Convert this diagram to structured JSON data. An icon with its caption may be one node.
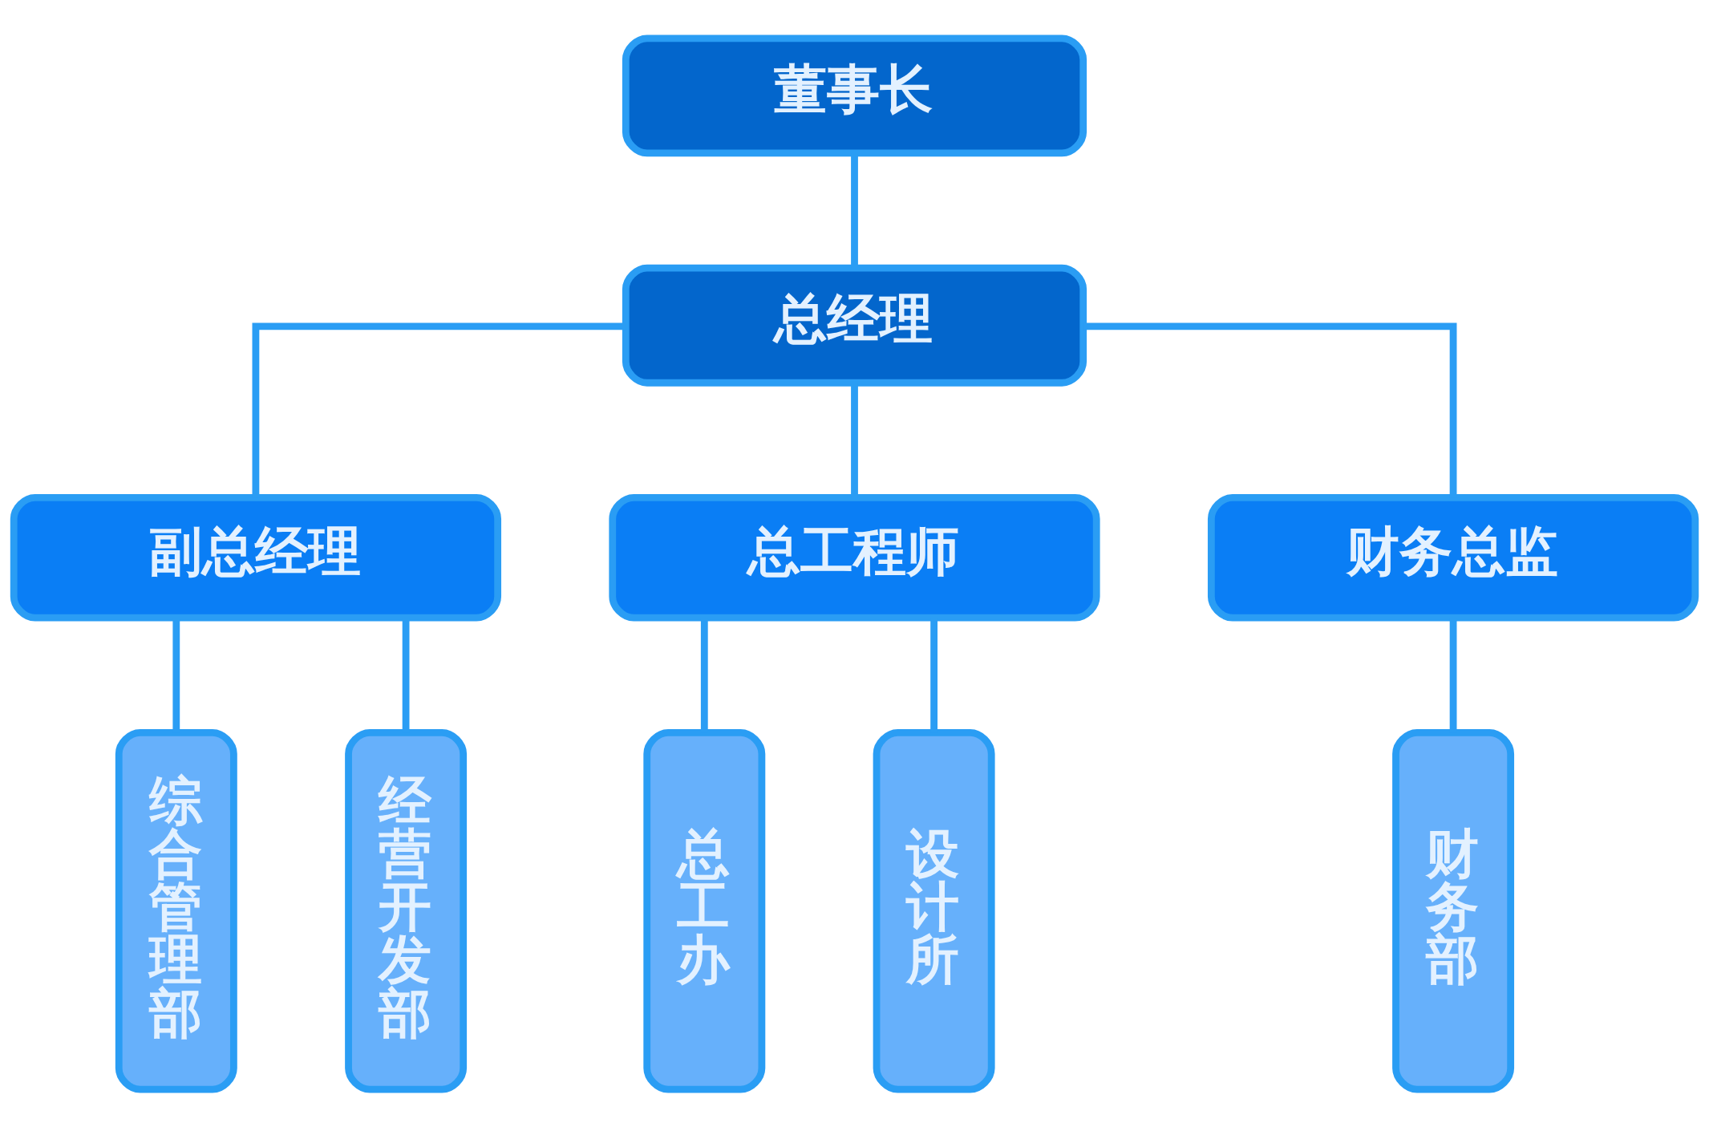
{
  "diagram": {
    "nodes": [
      {
        "text": [
          "董事长"
        ]
      },
      {
        "text": [
          "总经理"
        ]
      },
      {
        "text": [
          "副总经理"
        ]
      },
      {
        "text": [
          "总工程师"
        ]
      },
      {
        "text": [
          "财务总监"
        ]
      },
      {
        "text": [
          "综合管理部"
        ]
      },
      {
        "text": [
          "经营开发部"
        ]
      },
      {
        "text": [
          "总工办"
        ]
      },
      {
        "text": [
          "设计所"
        ]
      },
      {
        "text": [
          "财务部"
        ]
      }
    ],
    "edges": [
      {
        "from": 0,
        "to": 1,
        "arrow": "none"
      },
      {
        "from": 1,
        "to": 2,
        "arrow": "none"
      },
      {
        "from": 1,
        "to": 3,
        "arrow": "none"
      },
      {
        "from": 1,
        "to": 4,
        "arrow": "none"
      },
      {
        "from": 2,
        "to": 5,
        "arrow": "none"
      },
      {
        "from": 2,
        "to": 6,
        "arrow": "none"
      },
      {
        "from": 3,
        "to": 7,
        "arrow": "none"
      },
      {
        "from": 3,
        "to": 8,
        "arrow": "none"
      },
      {
        "from": 4,
        "to": 9,
        "arrow": "none"
      }
    ]
  }
}
